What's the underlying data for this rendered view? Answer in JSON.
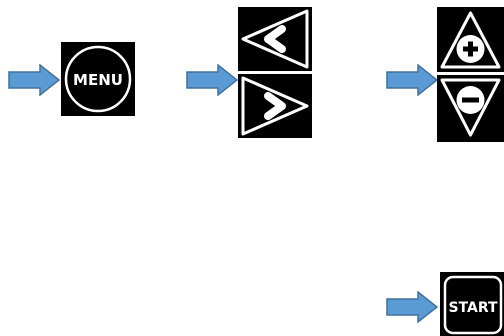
{
  "colors": {
    "button_bg": "#000000",
    "button_fg": "#ffffff",
    "arrow_fill": "#5b9bd5",
    "arrow_stroke": "#41719c"
  },
  "buttons": {
    "menu": {
      "label": "MENU"
    },
    "left": {
      "icon": "chevron-left-icon"
    },
    "right": {
      "icon": "chevron-right-icon"
    },
    "plus": {
      "icon": "plus-icon"
    },
    "minus": {
      "icon": "minus-icon"
    },
    "start": {
      "label": "START"
    }
  },
  "pointer_arrows": [
    "menu",
    "left-right",
    "plus-minus",
    "start"
  ]
}
